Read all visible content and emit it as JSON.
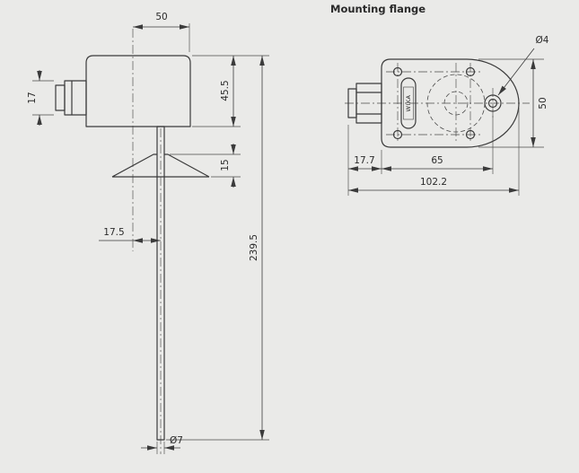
{
  "title": "Mounting flange",
  "colors": {
    "background": "#eaeae8",
    "line": "#3b3b3b"
  },
  "side_view": {
    "dim_head_width": "50",
    "dim_head_height": "45.5",
    "dim_gland_height": "17",
    "dim_cone_height": "15",
    "dim_total_length": "239.5",
    "dim_axis_offset": "17.5",
    "dim_probe_diameter": "Ø7"
  },
  "flange_view": {
    "brand": "WIKA",
    "dim_hole_diameter": "Ø4",
    "dim_height": "50",
    "dim_gland_length": "17.7",
    "dim_hole_offset": "65",
    "dim_total_length": "102.2"
  }
}
